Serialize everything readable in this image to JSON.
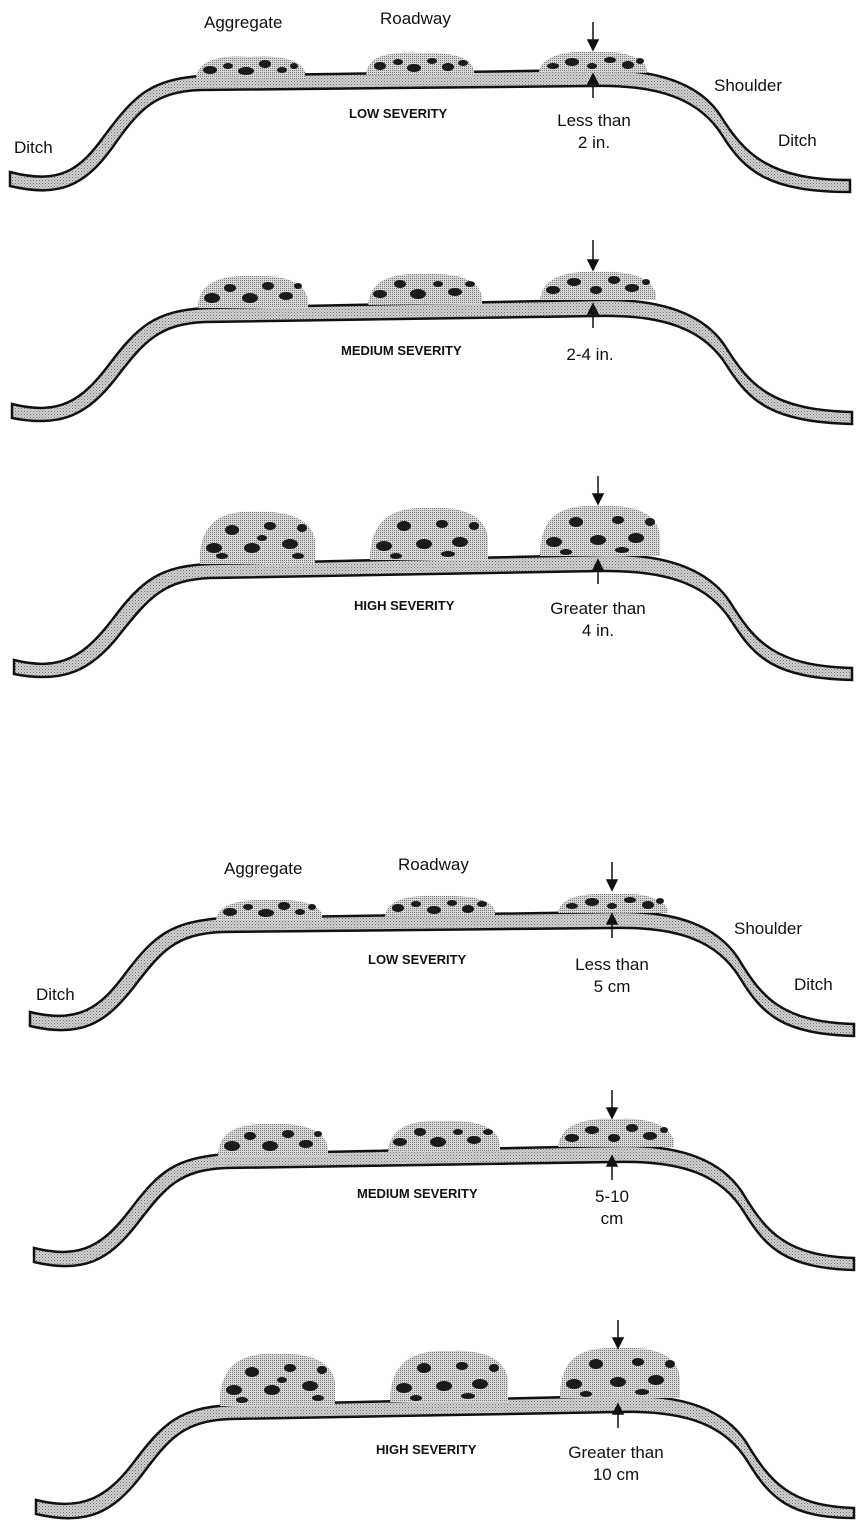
{
  "labels": {
    "aggregate": "Aggregate",
    "roadway": "Roadway",
    "shoulder": "Shoulder",
    "ditch": "Ditch"
  },
  "panels_imperial": [
    {
      "severity": "LOW SEVERITY",
      "measure_line1": "Less than",
      "measure_line2": "2 in."
    },
    {
      "severity": "MEDIUM SEVERITY",
      "measure_line1": "2-4 in.",
      "measure_line2": ""
    },
    {
      "severity": "HIGH SEVERITY",
      "measure_line1": "Greater than",
      "measure_line2": "4 in."
    }
  ],
  "panels_metric": [
    {
      "severity": "LOW SEVERITY",
      "measure_line1": "Less than",
      "measure_line2": "5 cm"
    },
    {
      "severity": "MEDIUM SEVERITY",
      "measure_line1": "5-10",
      "measure_line2": "cm"
    },
    {
      "severity": "HIGH SEVERITY",
      "measure_line1": "Greater than",
      "measure_line2": "10 cm"
    }
  ],
  "colors": {
    "ink": "#111111",
    "shoulder_fill": "#bdbdbd",
    "aggregate_fill": "#cfcfcf",
    "stone": "#1a1a1a"
  }
}
